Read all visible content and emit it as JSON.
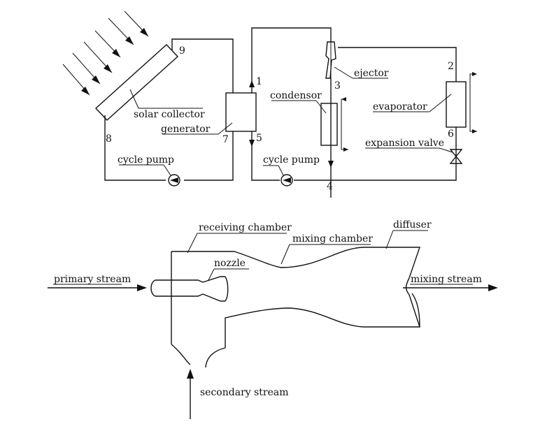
{
  "cycle": {
    "labels": {
      "solar_collector": "solar collector",
      "generator": "generator",
      "cycle_pump_left": "cycle pump",
      "cycle_pump_right": "cycle pump",
      "condensor": "condensor",
      "ejector": "ejector",
      "evaporator": "evaporator",
      "expansion_valve": "expansion valve"
    },
    "state_points": [
      "1",
      "2",
      "3",
      "4",
      "5",
      "6",
      "7",
      "8",
      "9"
    ]
  },
  "ejector_detail": {
    "labels": {
      "receiving_chamber": "receiving chamber",
      "mixing_chamber": "mixing chamber",
      "diffuser": "diffuser",
      "nozzle": "nozzle",
      "primary_stream": "primary stream",
      "mixing_stream": "mixing stream",
      "secondary_stream": "secondary stream"
    }
  },
  "colors": {
    "ink": "#111111",
    "background": "#ffffff"
  }
}
